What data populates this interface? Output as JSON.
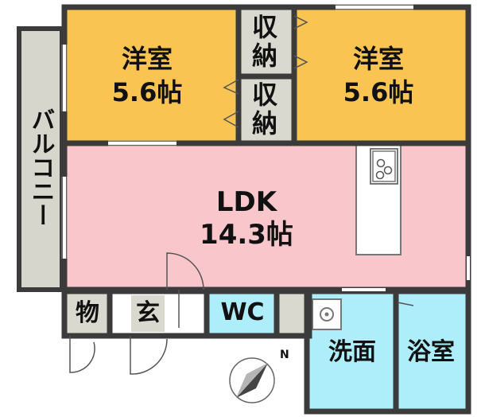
{
  "rooms": {
    "western_room_left": {
      "name": "洋室",
      "size": "5.6帖"
    },
    "western_room_right": {
      "name": "洋室",
      "size": "5.6帖"
    },
    "storage_top": {
      "line1": "収",
      "line2": "納"
    },
    "storage_bottom": {
      "line1": "収",
      "line2": "納"
    },
    "balcony": {
      "label": "バルコニー"
    },
    "ldk": {
      "name": "LDK",
      "size": "14.3帖"
    },
    "closet": {
      "label": "物"
    },
    "entrance": {
      "label": "玄"
    },
    "toilet": {
      "label": "WC"
    },
    "washroom": {
      "label": "洗面"
    },
    "bathroom": {
      "label": "浴室"
    }
  },
  "compass": {
    "north_label": "N"
  },
  "colors": {
    "western_room": "#f9c452",
    "ldk": "#f8c6cb",
    "storage": "#d9d9d0",
    "balcony": "#d6d6cd",
    "wet_area": "#aeeefa",
    "wall": "#3b3b3b"
  }
}
